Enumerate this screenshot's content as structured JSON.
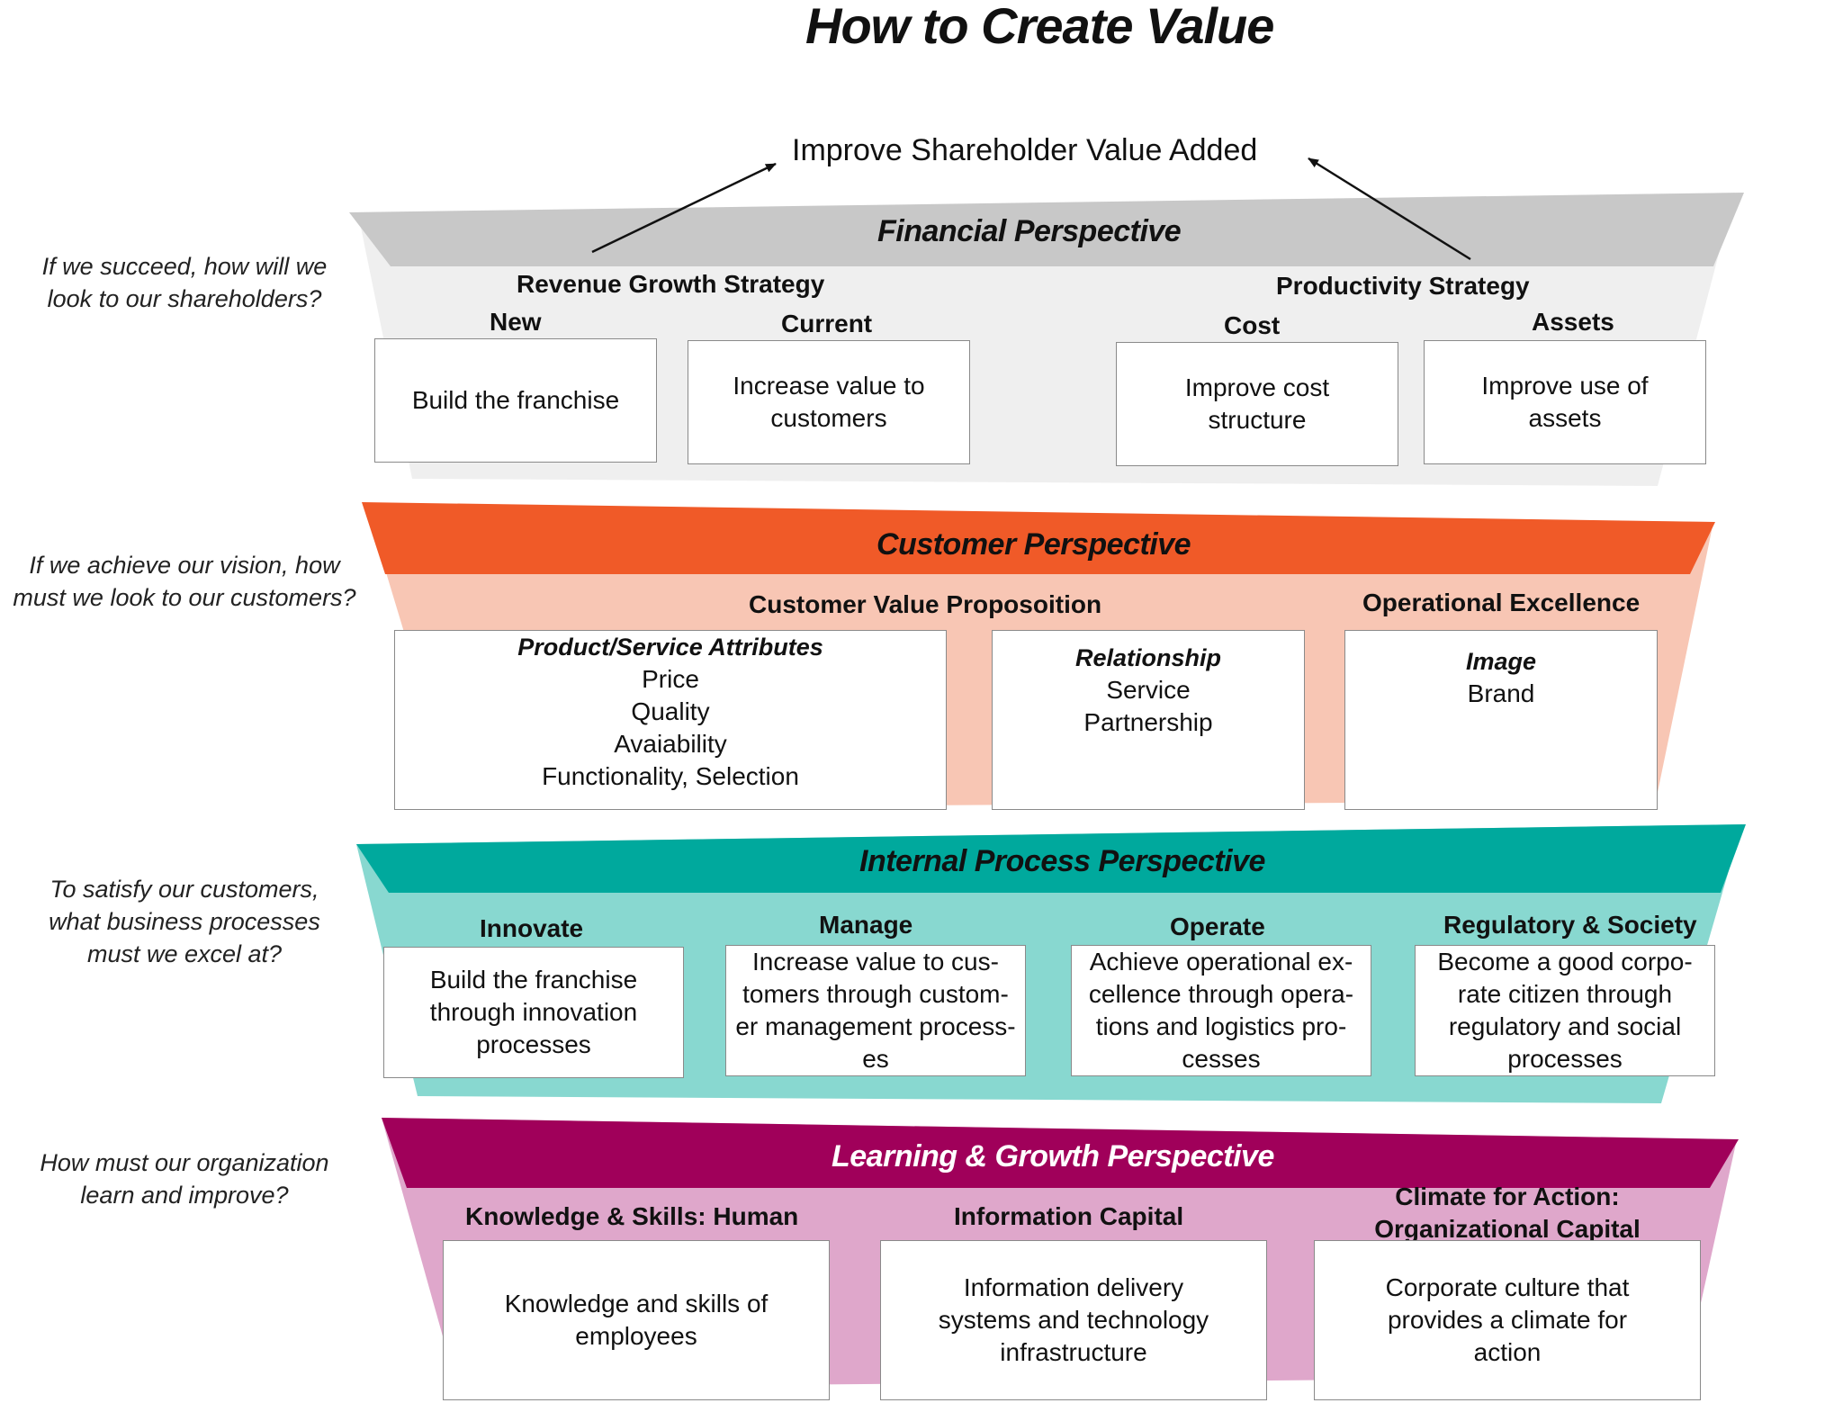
{
  "title": "How to Create Value",
  "goal": "Improve Shareholder Value Added",
  "colors": {
    "financial_header": "#c8c8c8",
    "financial_body": "#efefef",
    "customer_header": "#f05a28",
    "customer_body": "#f8c6b4",
    "internal_header": "#00a99d",
    "internal_body": "#88d8d0",
    "learning_header": "#a0005a",
    "learning_body": "#dfa7cb"
  },
  "financial": {
    "question": [
      "If we succeed, how will we",
      "look to our shareholders?"
    ],
    "title": "Financial Perspective",
    "revenue_label": "Revenue Growth Strategy",
    "productivity_label": "Productivity Strategy",
    "new_label": "New",
    "current_label": "Current",
    "cost_label": "Cost",
    "assets_label": "Assets",
    "boxes": [
      [
        "Build the franchise"
      ],
      [
        "Increase value to",
        "customers"
      ],
      [
        "Improve cost",
        "structure"
      ],
      [
        "Improve use of",
        "assets"
      ]
    ]
  },
  "customer": {
    "question": [
      "If we achieve our vision, how",
      "must we look to our customers?"
    ],
    "title": "Customer Perspective",
    "value_prop_label": "Customer Value Proposoition",
    "op_excellence_label": "Operational Excellence",
    "attributes": {
      "heading": "Product/Service Attributes",
      "lines": [
        "Price",
        "Quality",
        "Avaiability",
        "Functionality, Selection"
      ]
    },
    "relationship": {
      "heading": "Relationship",
      "lines": [
        "Service",
        "Partnership"
      ]
    },
    "image": {
      "heading": "Image",
      "lines": [
        "Brand"
      ]
    }
  },
  "internal": {
    "question": [
      "To satisfy our customers,",
      "what business processes",
      "must we excel at?"
    ],
    "title": "Internal Process Perspective",
    "innovate_label": "Innovate",
    "manage_label": "Manage",
    "operate_label": "Operate",
    "regulatory_label": "Regulatory & Society",
    "boxes": [
      [
        "Build the franchise",
        "through innovation",
        "processes"
      ],
      [
        "Increase value to cus-",
        "tomers through custom-",
        "er management process-",
        "es"
      ],
      [
        "Achieve operational ex-",
        "cellence through opera-",
        "tions and logistics pro-",
        "cesses"
      ],
      [
        "Become a good corpo-",
        "rate citizen through",
        "regulatory and social",
        "processes"
      ]
    ]
  },
  "learning": {
    "question": [
      "How must our organization",
      "learn and improve?"
    ],
    "title": "Learning & Growth Perspective",
    "knowledge_label": "Knowledge & Skills: Human",
    "info_label": "Information Capital",
    "climate_label": [
      "Climate for Action:",
      "Organizational Capital"
    ],
    "boxes": [
      [
        "Knowledge and skills of",
        "employees"
      ],
      [
        "Information delivery",
        "systems and technology",
        "infrastructure"
      ],
      [
        "Corporate culture that",
        "provides a climate for",
        "action"
      ]
    ]
  }
}
